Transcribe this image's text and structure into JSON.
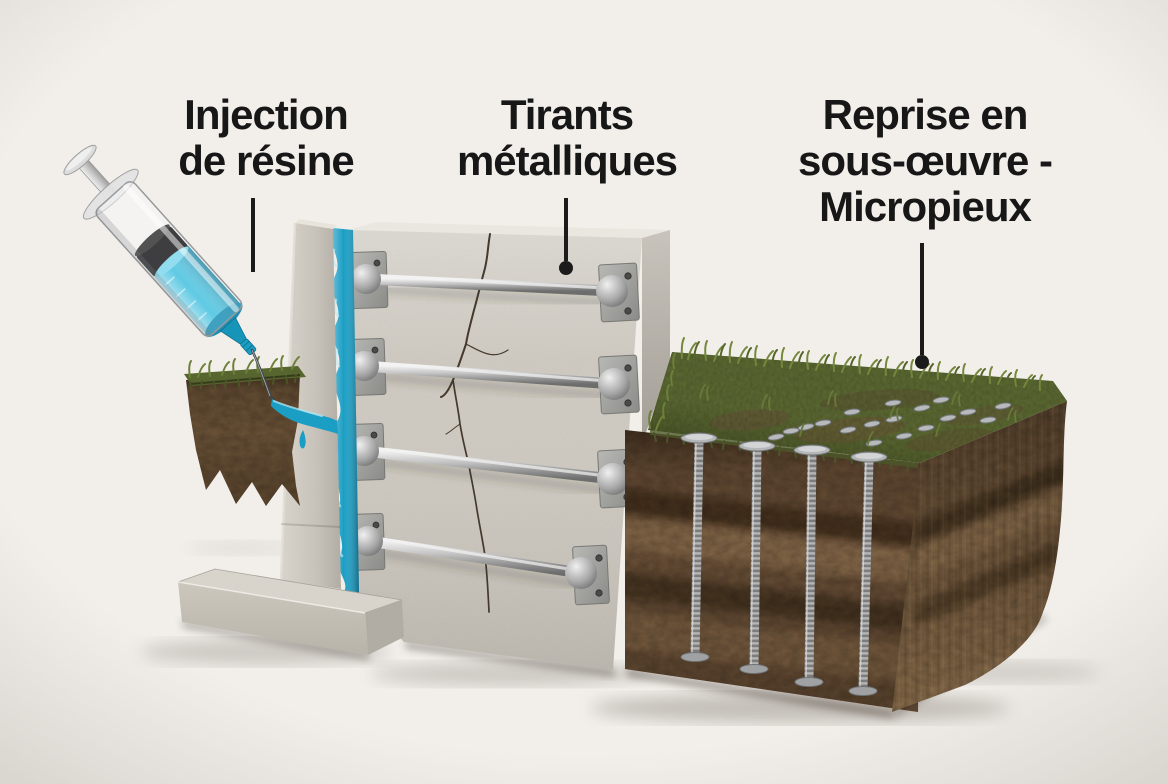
{
  "labels": {
    "resin": {
      "lines": [
        "Injection",
        "de résine"
      ]
    },
    "tie_rods": {
      "lines": [
        "Tirants",
        "métalliques"
      ]
    },
    "micropiles": {
      "lines": [
        "Reprise en",
        "sous-œuvre -",
        "Micropieux"
      ]
    }
  },
  "colors": {
    "background": "#f2efeb",
    "text": "#171717",
    "leader": "#1b1b1b",
    "resin_blue": "#1b9ec4",
    "syringe_liquid": "#3cbede",
    "concrete_light": "#d2cdc4",
    "concrete_shadow": "#aaa59c",
    "steel": "#b9b9b9",
    "plate_grey": "#9c9c99",
    "soil_brown": "#6b5138",
    "soil_dark": "#46361f",
    "grass_green": "#5d6b33"
  }
}
